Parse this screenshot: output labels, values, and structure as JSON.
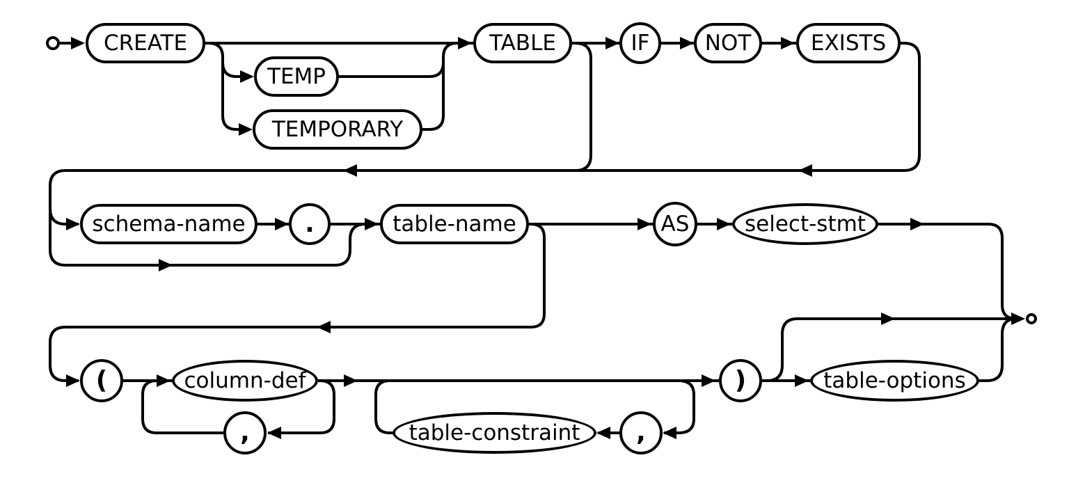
{
  "diagram": {
    "type": "railroad-syntax-diagram",
    "colors": {
      "background": "#ffffff",
      "line": "#000000",
      "text": "#000000",
      "node_fill": "#ffffff"
    },
    "nodes": [
      {
        "id": "start",
        "kind": "start-terminal",
        "shape": "circle",
        "label": ""
      },
      {
        "id": "create",
        "kind": "keyword",
        "shape": "pill",
        "label": "CREATE"
      },
      {
        "id": "temp",
        "kind": "keyword",
        "shape": "pill",
        "label": "TEMP"
      },
      {
        "id": "temporary",
        "kind": "keyword",
        "shape": "pill",
        "label": "TEMPORARY"
      },
      {
        "id": "table",
        "kind": "keyword",
        "shape": "pill",
        "label": "TABLE"
      },
      {
        "id": "if",
        "kind": "keyword",
        "shape": "circle",
        "label": "IF"
      },
      {
        "id": "not",
        "kind": "keyword",
        "shape": "pill",
        "label": "NOT"
      },
      {
        "id": "exists",
        "kind": "keyword",
        "shape": "pill",
        "label": "EXISTS"
      },
      {
        "id": "schema-name",
        "kind": "identifier",
        "shape": "pill",
        "label": "schema-name"
      },
      {
        "id": "dot",
        "kind": "punctuation",
        "shape": "circle",
        "label": "."
      },
      {
        "id": "table-name",
        "kind": "identifier",
        "shape": "pill",
        "label": "table-name"
      },
      {
        "id": "as",
        "kind": "keyword",
        "shape": "circle",
        "label": "AS"
      },
      {
        "id": "select-stmt",
        "kind": "nonterminal",
        "shape": "rect",
        "label": "select-stmt"
      },
      {
        "id": "open-paren",
        "kind": "punctuation",
        "shape": "circle",
        "label": "("
      },
      {
        "id": "column-def",
        "kind": "nonterminal",
        "shape": "rect",
        "label": "column-def"
      },
      {
        "id": "comma-1",
        "kind": "punctuation",
        "shape": "circle",
        "label": ","
      },
      {
        "id": "table-constraint",
        "kind": "nonterminal",
        "shape": "rect",
        "label": "table-constraint"
      },
      {
        "id": "comma-2",
        "kind": "punctuation",
        "shape": "circle",
        "label": ","
      },
      {
        "id": "close-paren",
        "kind": "punctuation",
        "shape": "circle",
        "label": ")"
      },
      {
        "id": "table-options",
        "kind": "nonterminal",
        "shape": "rect",
        "label": "table-options"
      },
      {
        "id": "end",
        "kind": "end-terminal",
        "shape": "circle",
        "label": ""
      }
    ]
  }
}
